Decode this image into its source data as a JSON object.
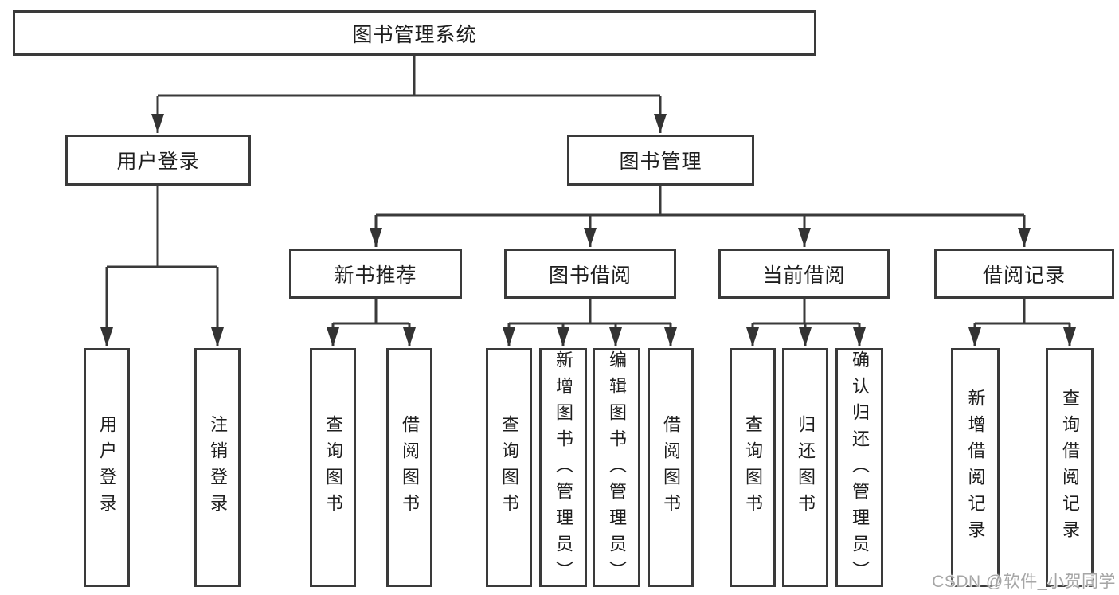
{
  "diagram": {
    "root": {
      "label": "图书管理系统"
    },
    "branches": [
      {
        "label": "用户登录",
        "children": [
          {
            "label": "用户登录"
          },
          {
            "label": "注销登录"
          }
        ]
      },
      {
        "label": "图书管理",
        "children": [
          {
            "label": "新书推荐",
            "children": [
              {
                "label": "查询图书"
              },
              {
                "label": "借阅图书"
              }
            ]
          },
          {
            "label": "图书借阅",
            "children": [
              {
                "label": "查询图书"
              },
              {
                "label": "新增图书（管理员）"
              },
              {
                "label": "编辑图书（管理员）"
              },
              {
                "label": "借阅图书"
              }
            ]
          },
          {
            "label": "当前借阅",
            "children": [
              {
                "label": "查询图书"
              },
              {
                "label": "归还图书"
              },
              {
                "label": "确认归还（管理员）"
              }
            ]
          },
          {
            "label": "借阅记录",
            "children": [
              {
                "label": "新增借阅记录"
              },
              {
                "label": "查询借阅记录"
              }
            ]
          }
        ]
      }
    ]
  },
  "watermark": {
    "text": "CSDN @软件_小贺同学"
  },
  "colors": {
    "background": "#ffffff",
    "line": "#3a3a3a",
    "box_border": "#3a3a3a",
    "box_fill": "#ffffff",
    "text": "#1e1e1e",
    "watermark": "#a6a6a6"
  }
}
